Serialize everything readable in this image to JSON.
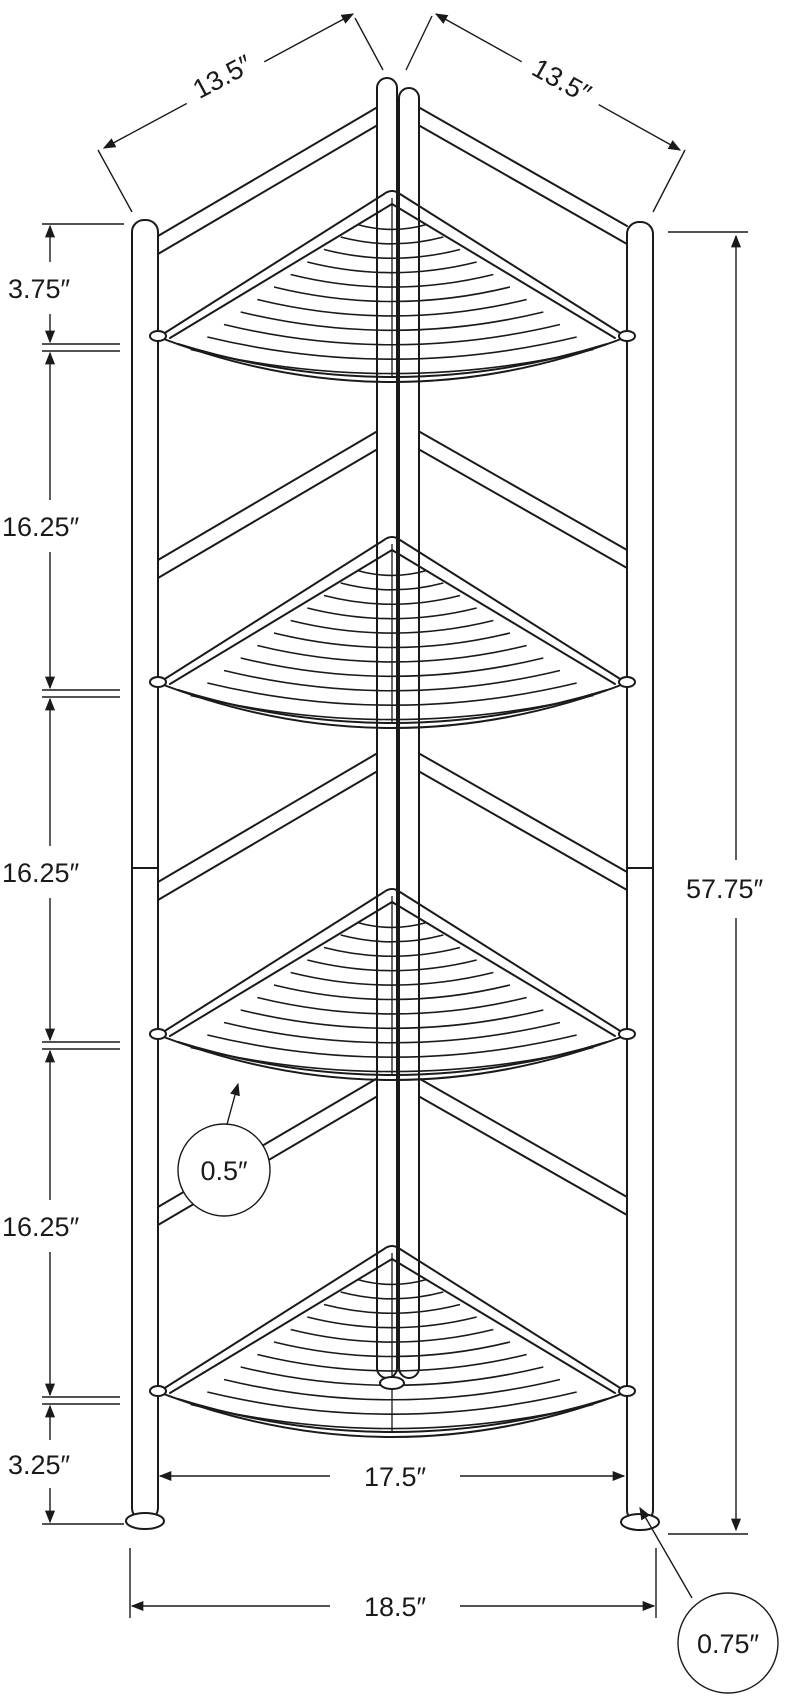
{
  "dimensions": {
    "side_left": "13.5″",
    "side_right": "13.5″",
    "top_gap": "3.75″",
    "shelf_gap_1": "16.25″",
    "shelf_gap_2": "16.25″",
    "shelf_gap_3": "16.25″",
    "bottom_gap": "3.25″",
    "total_height": "57.75″",
    "inner_width": "17.5″",
    "outer_width": "18.5″",
    "shelf_thickness": "0.5″",
    "foot_diameter": "0.75″"
  },
  "colors": {
    "line": "#1a1a1a",
    "background": "#ffffff"
  }
}
